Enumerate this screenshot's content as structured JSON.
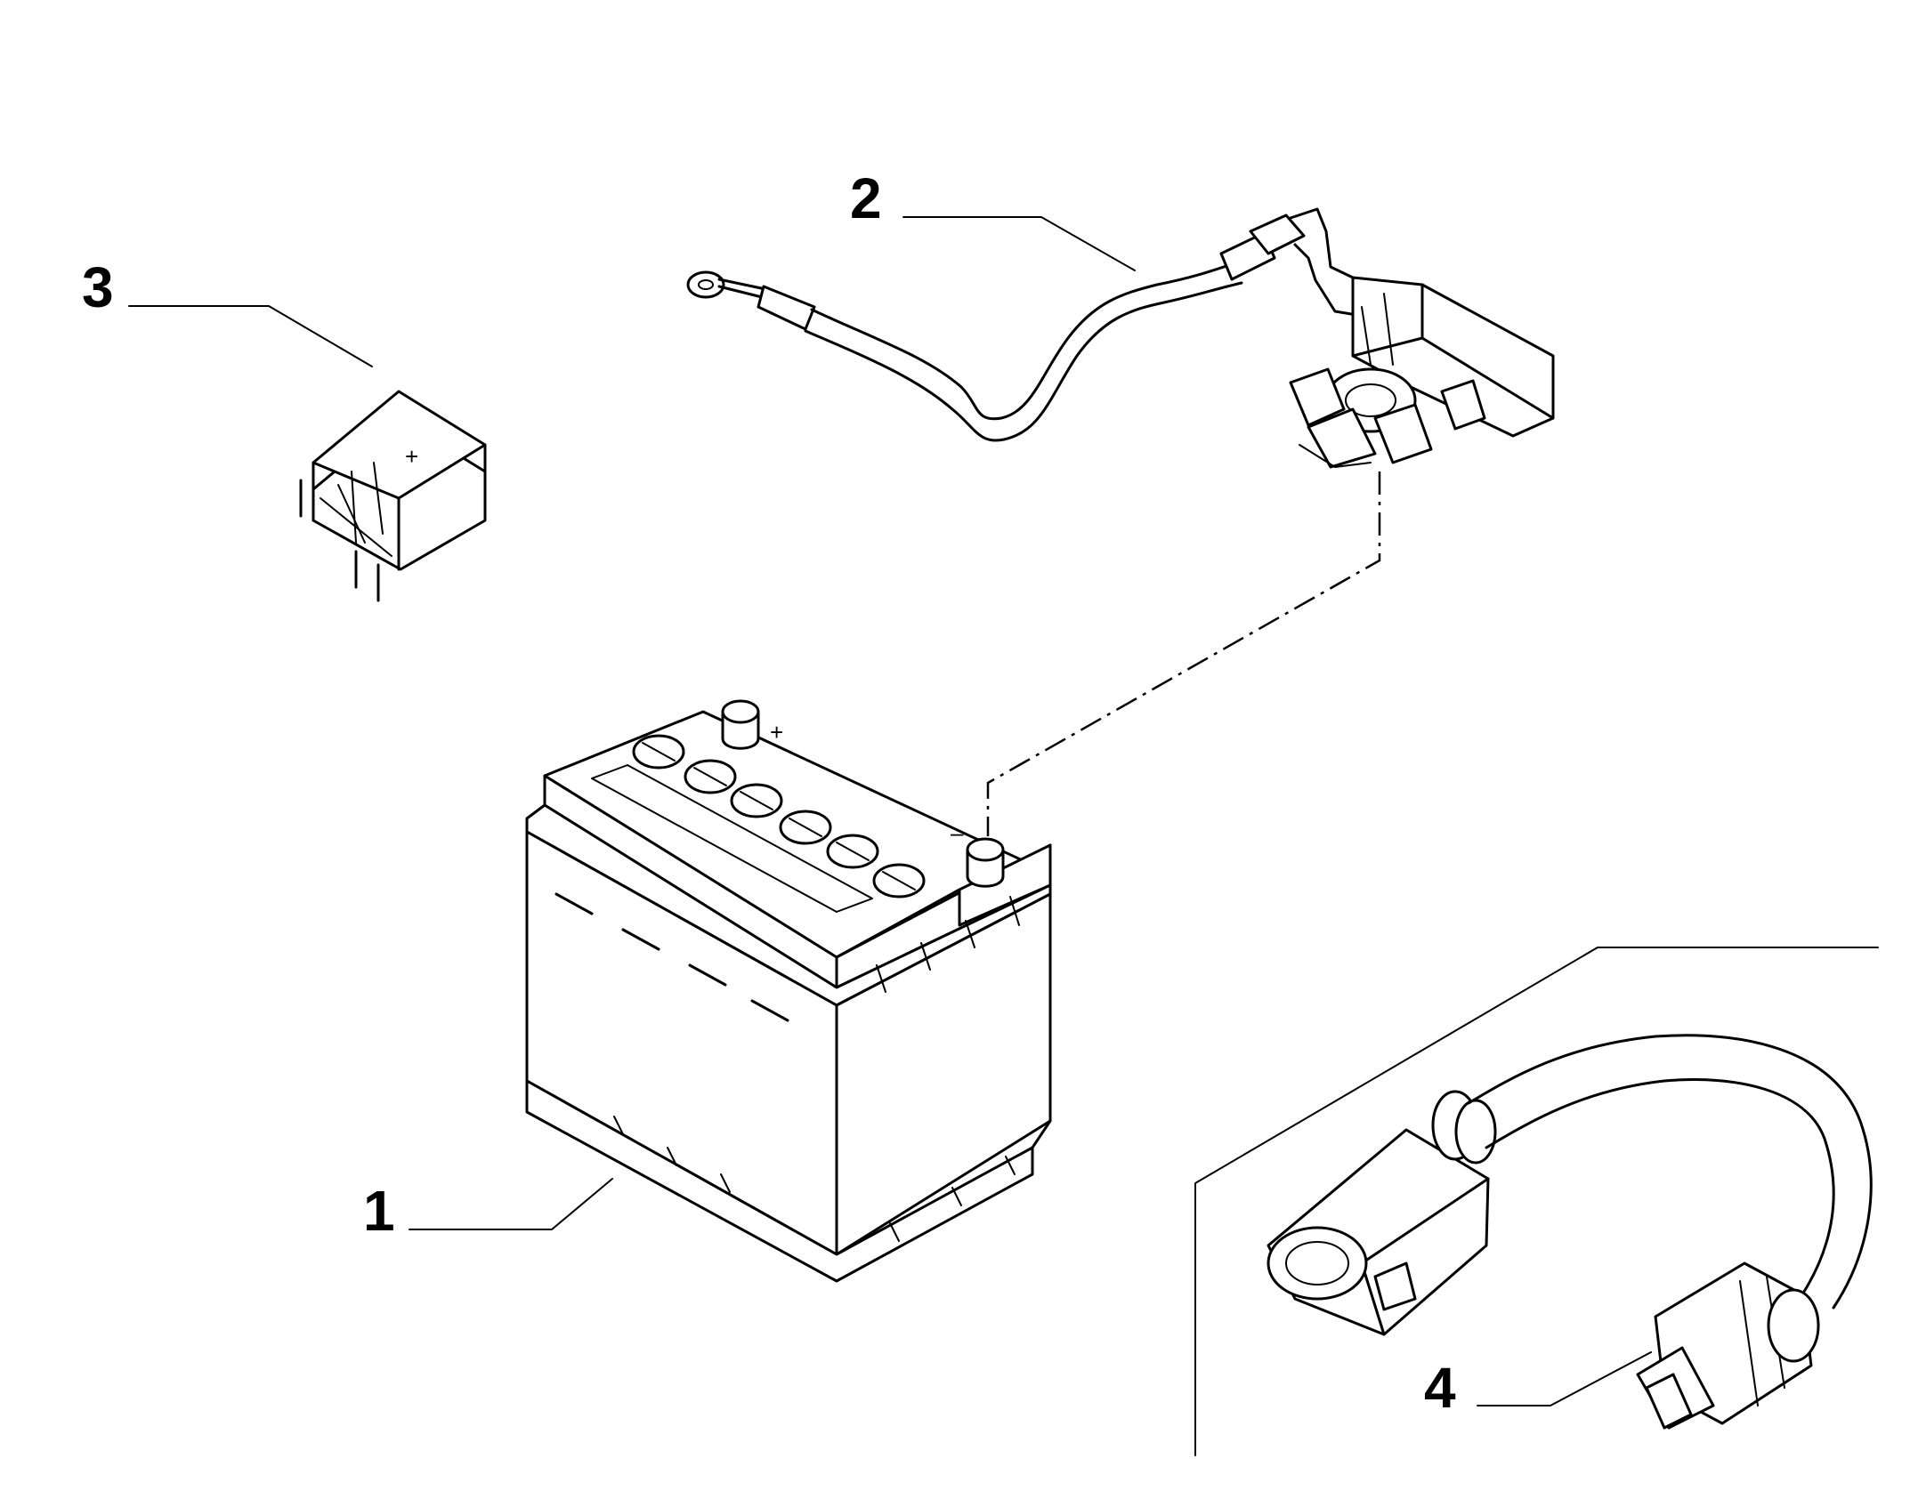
{
  "callouts": [
    {
      "id": "1",
      "label": "1"
    },
    {
      "id": "2",
      "label": "2"
    },
    {
      "id": "3",
      "label": "3"
    },
    {
      "id": "4",
      "label": "4"
    }
  ],
  "terminal_marks": {
    "positive": "+",
    "negative": "–"
  }
}
